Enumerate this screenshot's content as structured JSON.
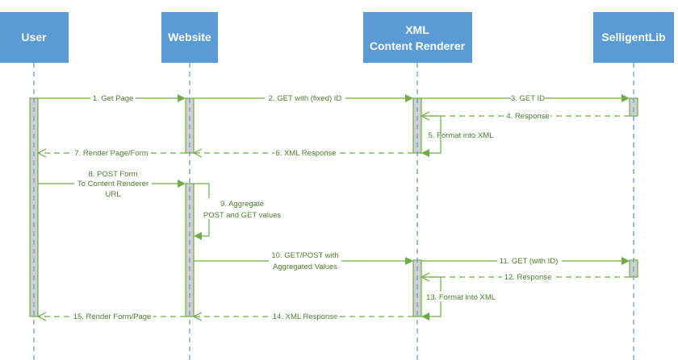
{
  "participants": [
    {
      "label": "User"
    },
    {
      "label": "Website"
    },
    {
      "label_lines": [
        "XML",
        "Content Renderer"
      ]
    },
    {
      "label": "SelligentLib"
    }
  ],
  "messages": [
    {
      "label": "1. Get Page"
    },
    {
      "label": "2. GET with (fixed)  ID"
    },
    {
      "label": "3. GET ID"
    },
    {
      "label": "4. Response"
    },
    {
      "label": "5. Format into XML"
    },
    {
      "label": "6. XML Response"
    },
    {
      "label": "7. Render Page/Form"
    },
    {
      "label_lines": [
        "8. POST Form",
        "To Content Renderer",
        "URL"
      ]
    },
    {
      "label_lines": [
        "9. Aggregate",
        "POST and GET values"
      ]
    },
    {
      "label_lines": [
        "10. GET/POST with",
        "Aggregated Values"
      ]
    },
    {
      "label": "11. GET (with ID)"
    },
    {
      "label": "12. Response"
    },
    {
      "label": "13. Format into XML"
    },
    {
      "label": "14. XML Response"
    },
    {
      "label": "15. Render Form/Page"
    }
  ],
  "colors": {
    "header": "#5b9bd5",
    "message": "#70ad47",
    "activation": "#d0d0d0"
  }
}
